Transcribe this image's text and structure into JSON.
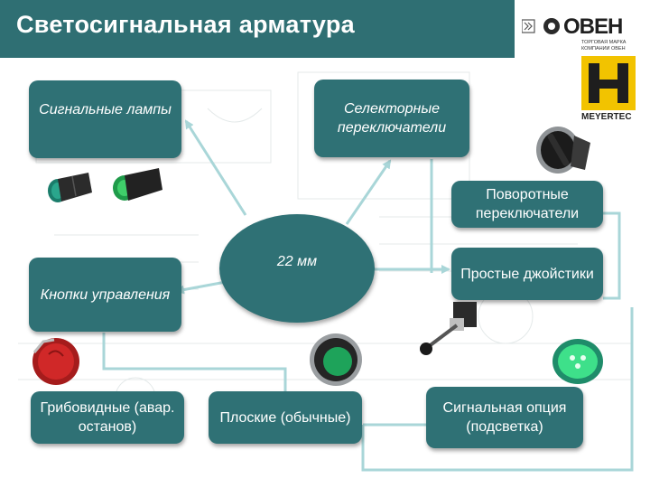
{
  "title": "Светосигнальная арматура",
  "logo": {
    "brand": "ОВЕН",
    "caption_line1": "ТОРГОВАЯ МАРКА",
    "caption_line2": "КОМПАНИИ ОВЕН",
    "sub_brand": "MEYERTEC"
  },
  "hub": {
    "label": "22 мм"
  },
  "boxes": {
    "signal_lamps": "Сигнальные лампы",
    "selector_switches": "Селекторные переключатели",
    "rotary_switches": "Поворотные переключатели",
    "simple_joysticks": "Простые джойстики",
    "control_buttons": "Кнопки управления",
    "mushroom": "Грибовидные (авар. останов)",
    "flat": "Плоские (обычные)",
    "signal_option": "Сигнальная опция (подсветка)"
  },
  "colors": {
    "title_bar": "#2f6f73",
    "box_fill": "#2f7175",
    "arrow": "#a9d6d8",
    "logo_yellow": "#f2c300"
  }
}
